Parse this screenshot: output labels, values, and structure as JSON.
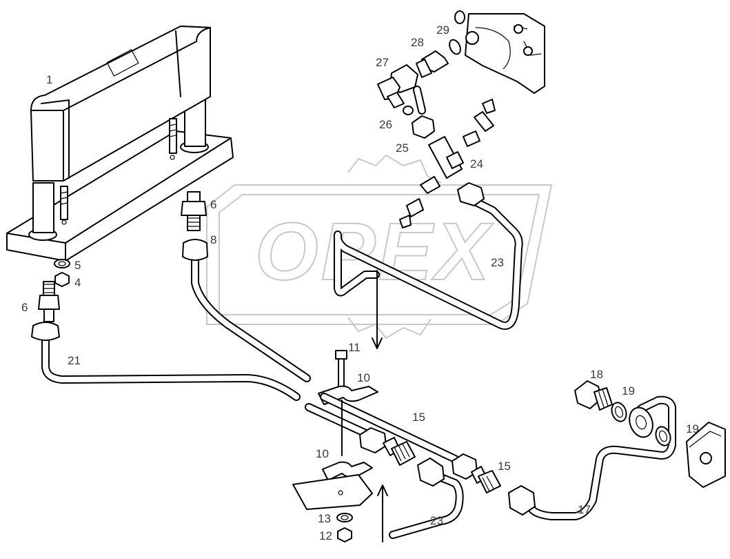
{
  "watermark": {
    "text": "OPEX",
    "color": "#c8c8c8"
  },
  "colors": {
    "line": "#000000",
    "label": "#3a3a3a",
    "background": "#ffffff"
  },
  "callouts": [
    {
      "id": "c1",
      "label": "1"
    },
    {
      "id": "c4",
      "label": "4"
    },
    {
      "id": "c5",
      "label": "5"
    },
    {
      "id": "c6a",
      "label": "6"
    },
    {
      "id": "c6b",
      "label": "6"
    },
    {
      "id": "c8",
      "label": "8"
    },
    {
      "id": "c10a",
      "label": "10"
    },
    {
      "id": "c10b",
      "label": "10"
    },
    {
      "id": "c11",
      "label": "11"
    },
    {
      "id": "c12",
      "label": "12"
    },
    {
      "id": "c13",
      "label": "13"
    },
    {
      "id": "c15a",
      "label": "15"
    },
    {
      "id": "c15b",
      "label": "15"
    },
    {
      "id": "c17",
      "label": "17"
    },
    {
      "id": "c18",
      "label": "18"
    },
    {
      "id": "c19a",
      "label": "19"
    },
    {
      "id": "c19b",
      "label": "19"
    },
    {
      "id": "c21",
      "label": "21"
    },
    {
      "id": "c23a",
      "label": "23"
    },
    {
      "id": "c23b",
      "label": "23"
    },
    {
      "id": "c24",
      "label": "24"
    },
    {
      "id": "c25",
      "label": "25"
    },
    {
      "id": "c26",
      "label": "26"
    },
    {
      "id": "c27",
      "label": "27"
    },
    {
      "id": "c28",
      "label": "28"
    },
    {
      "id": "c29",
      "label": "29"
    }
  ]
}
